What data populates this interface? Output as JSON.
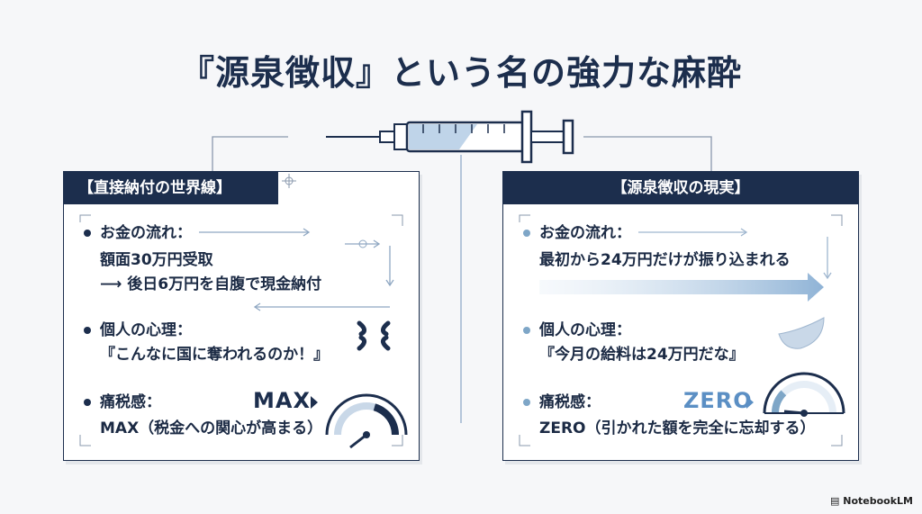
{
  "title": "『源泉徴収』という名の強力な麻酔",
  "left": {
    "header": "【直接納付の世界線】",
    "money_flow": {
      "label": "お金の流れ：",
      "line1": "額面30万円受取",
      "line2": "⟶ 後日6万円を自腹で現金納付"
    },
    "psychology": {
      "label": "個人の心理：",
      "quote": "『こんなに国に奪われるのか！』"
    },
    "tax_pain": {
      "label": "痛税感：",
      "value": "MAX（税金への関心が高まる）",
      "level_label": "MAX",
      "level": 0.9
    }
  },
  "right": {
    "header": "【源泉徴収の現実】",
    "money_flow": {
      "label": "お金の流れ：",
      "line1": "最初から24万円だけが振り込まれる"
    },
    "psychology": {
      "label": "個人の心理：",
      "quote": "『今月の給料は24万円だな』"
    },
    "tax_pain": {
      "label": "痛税感：",
      "value": "ZERO（引かれた額を完全に忘却する）",
      "level_label": "ZERO",
      "level": 0.05
    }
  },
  "icons": {
    "syringe": "syringe-icon",
    "anger": "anger-symbol-icon",
    "calm": "calm-face-icon",
    "gauge": "gauge-icon"
  },
  "colors": {
    "navy": "#1c2e4d",
    "light_blue": "#7ea6c7",
    "accent_blue": "#5b8fc4"
  },
  "watermark": "NotebookLM"
}
